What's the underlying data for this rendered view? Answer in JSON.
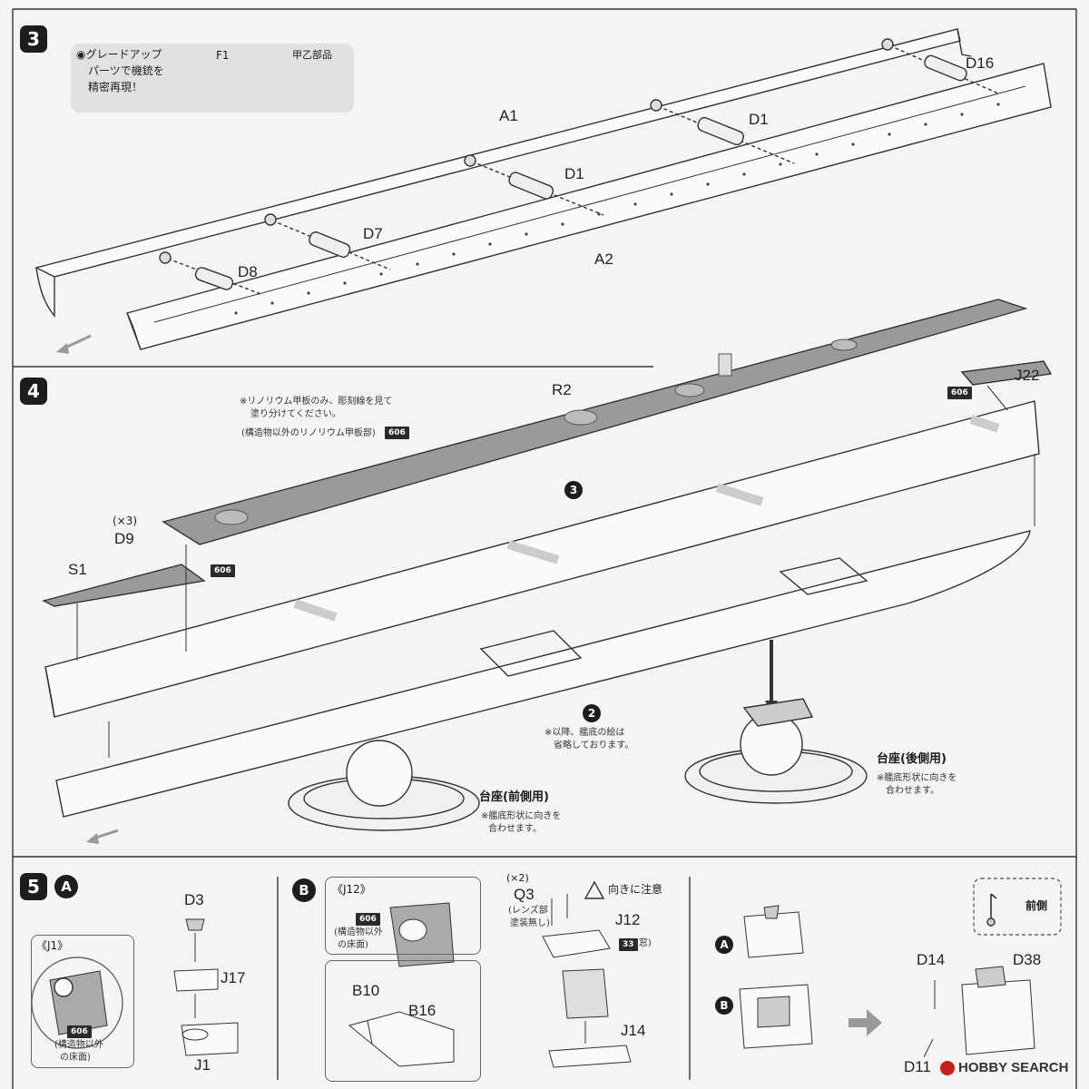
{
  "steps": {
    "s3": {
      "number": "3",
      "callout": {
        "text_line1": "◉グレードアップ",
        "text_line2": "パーツで機銃を",
        "text_line3": "精密再現！",
        "from_part": "F1",
        "to_part": "甲乙部品"
      },
      "labels": {
        "a1": "A1",
        "a2": "A2",
        "d16": "D16",
        "d1a": "D1",
        "d1b": "D1",
        "d7": "D7",
        "d8": "D8"
      }
    },
    "s4": {
      "number": "4",
      "note_line1": "※リノリウム甲板のみ、彫刻線を見て",
      "note_line2": "塗り分けてください。",
      "note_line3": "(構造物以外のリノリウム甲板部)",
      "color_code": "606",
      "labels": {
        "r2": "R2",
        "j22": "J22",
        "s1": "S1",
        "d9": "D9",
        "d9_qty": "(×3)",
        "ref3": "3",
        "ref2": "2"
      },
      "bottom_note_line1": "※以降、艦底の絵は",
      "bottom_note_line2": "省略しております。",
      "stand_front": {
        "title": "台座(前側用)",
        "note_line1": "※艦底形状に向きを",
        "note_line2": "合わせます。"
      },
      "stand_rear": {
        "title": "台座(後側用)",
        "note_line1": "※艦底形状に向きを",
        "note_line2": "合わせます。"
      }
    },
    "s5": {
      "number": "5",
      "sub_a": {
        "letter": "A",
        "detail_title": "《J1》",
        "color_code": "606",
        "detail_note_line1": "(構造物以外",
        "detail_note_line2": "の床面)",
        "labels": {
          "d3": "D3",
          "j17": "J17",
          "j1": "J1"
        }
      },
      "sub_b": {
        "letter": "B",
        "detail_title": "《J12》",
        "color_code": "606",
        "detail_note_line1": "(構造物以外",
        "detail_note_line2": "の床面)",
        "labels": {
          "b10": "B10",
          "b16": "B16",
          "q3": "Q3",
          "q3_qty": "(×2)",
          "j12": "J12",
          "j14": "J14"
        },
        "lens_note_line1": "(レンズ部",
        "lens_note_line2": "塗装無し)",
        "caution": "向きに注意",
        "window_code": "33",
        "window_label": "(窓)"
      },
      "combine": {
        "ref_a": "A",
        "ref_b": "B",
        "front_label": "前側",
        "labels": {
          "d14": "D14",
          "d38": "D38",
          "d11": "D11"
        }
      }
    }
  },
  "watermark": "HOBBY SEARCH"
}
